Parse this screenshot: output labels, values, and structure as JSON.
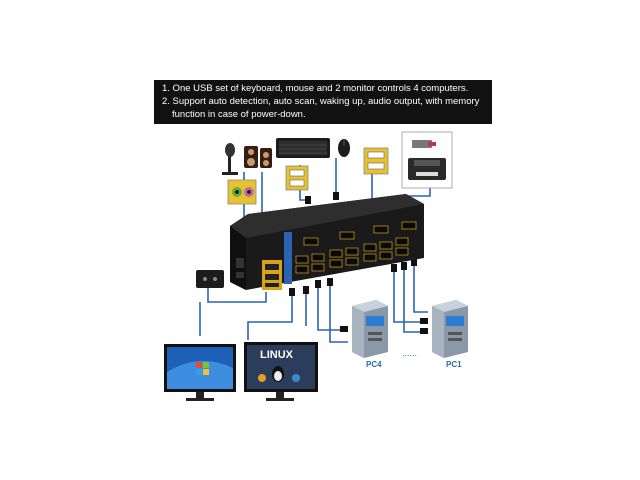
{
  "banner": {
    "line1": "1. One USB set of keyboard, mouse and 2 monitor controls 4 computers.",
    "line2": "2. Support auto detection, auto scan, waking up, audio output, with memory",
    "line3": "function in case of power-down."
  },
  "labels": {
    "pc4": "PC4",
    "pc1": "PC1",
    "dots": "......",
    "linux": "LINUX"
  },
  "colors": {
    "cable": "#2b63b3",
    "kvm_body": "#1a1a1a",
    "banner_bg": "#111111",
    "label": "#1f6fb8"
  }
}
